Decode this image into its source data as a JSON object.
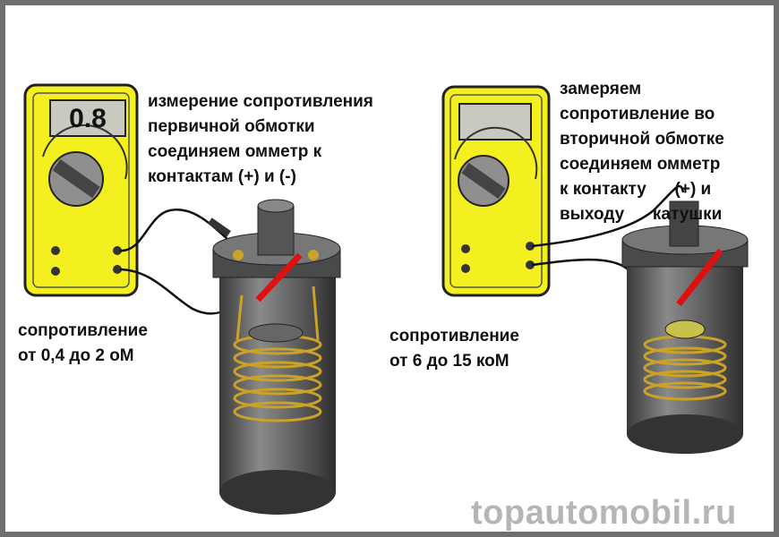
{
  "left": {
    "meter_display": "0.8",
    "caption": [
      "измерение сопротивления",
      "первичной обмотки",
      "соединяем омметр к",
      "контактам (+) и (-)"
    ],
    "range": [
      "сопротивление",
      "от 0,4 до 2 оМ"
    ]
  },
  "right": {
    "meter_display": "",
    "caption": [
      "замеряем",
      "сопротивление во",
      "вторичной обмотке",
      "соединяем омметр",
      "к контакту      (+) и",
      "выходу      катушки"
    ],
    "range": [
      "сопротивление",
      "от 6 до 15 коМ"
    ]
  },
  "watermark": "topautomobil.ru",
  "colors": {
    "meter": "#f4f020",
    "coil_body": "#5a5a5a",
    "winding": "#c9a227",
    "probe_red": "#e01010"
  }
}
